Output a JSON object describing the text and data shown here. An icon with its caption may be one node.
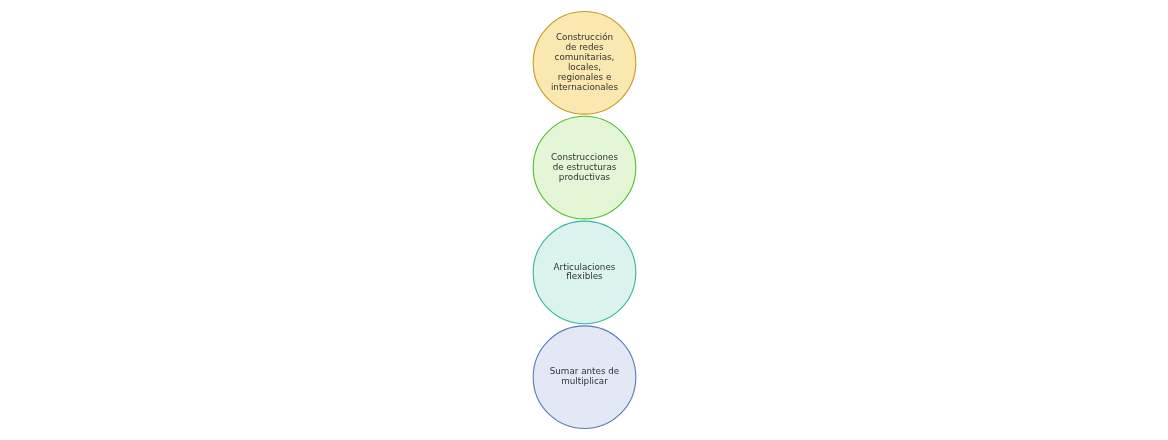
{
  "diagram": {
    "nodes": [
      {
        "text": [
          "Construcción de redes comunitarias, locales, regionales e internacionales"
        ]
      },
      {
        "text": [
          "Construcciones de estructuras productivas"
        ]
      },
      {
        "text": [
          "Articulaciones flexibles"
        ]
      },
      {
        "text": [
          "Sumar antes de multiplicar"
        ]
      }
    ],
    "edges": []
  }
}
